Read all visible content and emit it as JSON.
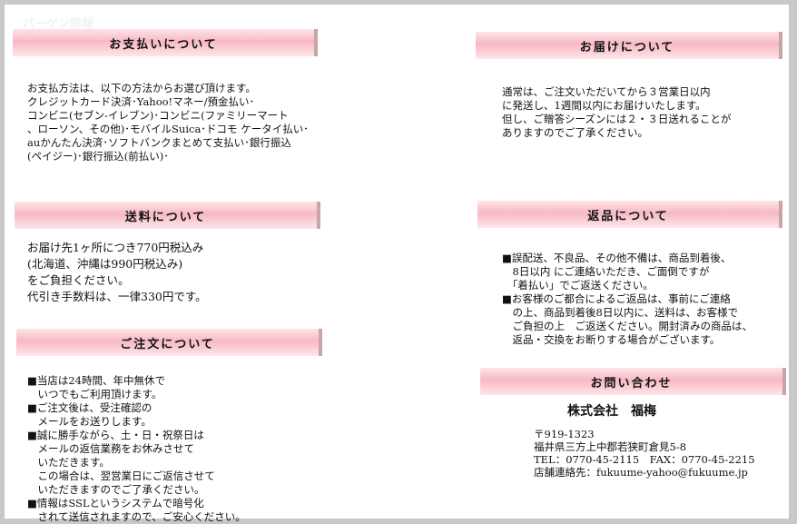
{
  "watermark": "バーゲン情報",
  "payment": {
    "title": "お支払いについて",
    "lines": [
      "お支払方法は、以下の方法からお選び頂けます。",
      "クレジットカード決済･Yahoo!マネー/預金払い･",
      "コンビニ(セブン-イレブン)･コンビニ(ファミリーマート",
      "、ローソン、その他)･モバイルSuica･ドコモ ケータイ払い･",
      "auかんたん決済･ソフトバンクまとめて支払い･銀行振込",
      "(ペイジー)･銀行振込(前払い)･"
    ]
  },
  "shipping": {
    "title": "送料について",
    "lines": [
      "お届け先1ヶ所につき770円税込み",
      "(北海道、沖縄は990円税込み)",
      "をご負担ください。",
      "代引き手数料は、一律330円です。"
    ]
  },
  "order": {
    "title": "ご注文について",
    "lines": [
      "■当店は24時間、年中無休で",
      "　いつでもご利用頂けます。",
      "■ご注文後は、受注確認の",
      "　メールをお送りします。",
      "■誠に勝手ながら、土・日・祝祭日は",
      "　メールの返信業務をお休みさせて",
      "　いただきます。",
      "　この場合は、翌営業日にご返信させて",
      "　いただきますのでご了承ください。",
      "■情報はSSLというシステムで暗号化",
      "　されて送信されますので、ご安心ください。"
    ]
  },
  "delivery": {
    "title": "お届けについて",
    "lines": [
      "通常は、ご注文いただいてから３営業日以内",
      "に発送し、1週間以内にお届けいたします。",
      "但し、ご贈答シーズンには２・３日送れることが",
      "ありますのでご了承ください。"
    ]
  },
  "returns": {
    "title": "返品について",
    "lines": [
      "■誤配送、不良品、その他不備は、商品到着後、",
      "　8日以内 にご連絡いただき、ご面倒ですが",
      "　「着払い」でご返送ください。",
      "■お客様のご都合によるご返品は、事前にご連絡",
      "　の上、商品到着後8日以内に、送料は、お客様で",
      "　ご負担の上　ご返送ください。開封済みの商品は、",
      "　返品・交換をお断りする場合がございます。"
    ]
  },
  "contact": {
    "title": "お問い合わせ",
    "company": "株式会社　福梅",
    "lines": [
      "〒919-1323",
      "福井県三方上中郡若狭町倉見5-8",
      "TEL：0770-45-2115　FAX：0770-45-2215",
      "店舗連絡先：fukuume-yahoo@fukuume.jp"
    ]
  }
}
